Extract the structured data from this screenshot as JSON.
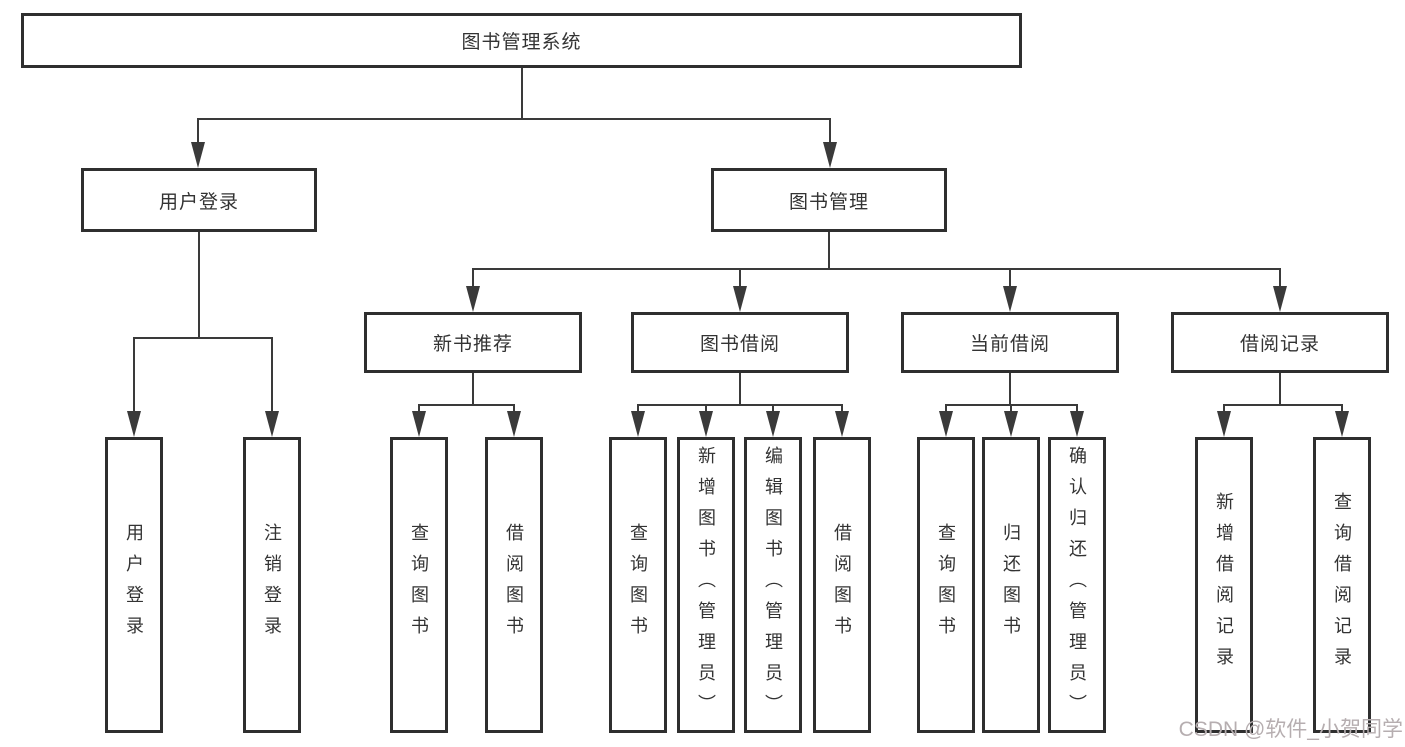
{
  "diagram_title": "图书管理系统",
  "watermark": "CSDN @软件_小贺同学",
  "colors": {
    "line": "#3a3a3a",
    "box_border": "#2f2f2f",
    "text": "#333333",
    "background": "#ffffff",
    "watermark": "#b6aeb0"
  },
  "nodes": {
    "root": "图书管理系统",
    "user_login": "用户登录",
    "book_mgmt": "图书管理",
    "new_books": "新书推荐",
    "book_borrow": "图书借阅",
    "current_borrow": "当前借阅",
    "borrow_records": "借阅记录",
    "leaf_user_login": "用户登录",
    "leaf_logout": "注销登录",
    "leaf_nb_query": "查询图书",
    "leaf_nb_borrow": "借阅图书",
    "leaf_bb_query": "查询图书",
    "leaf_bb_add": "新增图书（管理员）",
    "leaf_bb_edit": "编辑图书（管理员）",
    "leaf_bb_borrow": "借阅图书",
    "leaf_cb_query": "查询图书",
    "leaf_cb_return": "归还图书",
    "leaf_cb_confirm": "确认归还（管理员）",
    "leaf_br_add": "新增借阅记录",
    "leaf_br_query": "查询借阅记录"
  }
}
